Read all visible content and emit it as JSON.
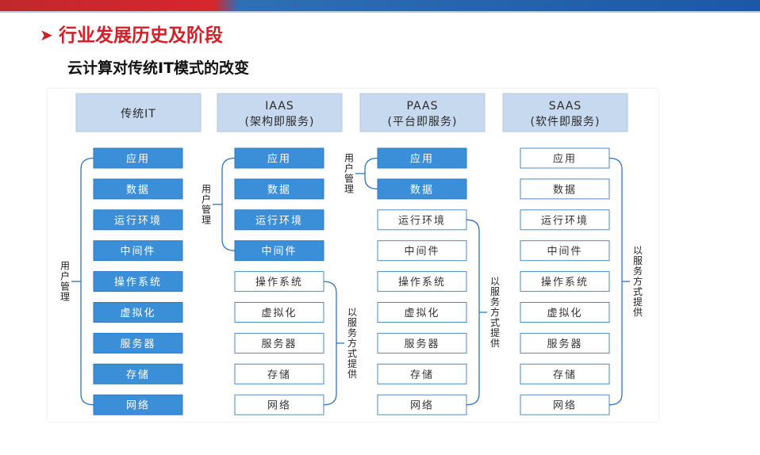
{
  "header": {
    "section_title": "行业发展历史及阶段",
    "subtitle": "云计算对传统IT模式的改变"
  },
  "colors": {
    "header_fill": "#c6d9ef",
    "layer_fill_user": "#3b8fd9",
    "layer_fill_provided": "#ffffff",
    "layer_border_provided": "#4b8ac6",
    "bracket": "#2f73bf",
    "title_red": "#d21f28"
  },
  "columns": [
    {
      "id": "traditional-it",
      "header_line1": "传统IT",
      "header_line2": "",
      "user_managed_count": 9,
      "user_label": "用户管理",
      "service_label": ""
    },
    {
      "id": "iaas",
      "header_line1": "IAAS",
      "header_line2": "(架构即服务)",
      "user_managed_count": 4,
      "user_label": "用户管理",
      "service_label": "以服务方式提供"
    },
    {
      "id": "paas",
      "header_line1": "PAAS",
      "header_line2": "(平台即服务)",
      "user_managed_count": 2,
      "user_label": "用户管理",
      "service_label": "以服务方式提供"
    },
    {
      "id": "saas",
      "header_line1": "SAAS",
      "header_line2": "(软件即服务)",
      "user_managed_count": 0,
      "user_label": "",
      "service_label": "以服务方式提供"
    }
  ],
  "layers": [
    "应用",
    "数据",
    "运行环境",
    "中间件",
    "操作系统",
    "虚拟化",
    "服务器",
    "存储",
    "网络"
  ]
}
